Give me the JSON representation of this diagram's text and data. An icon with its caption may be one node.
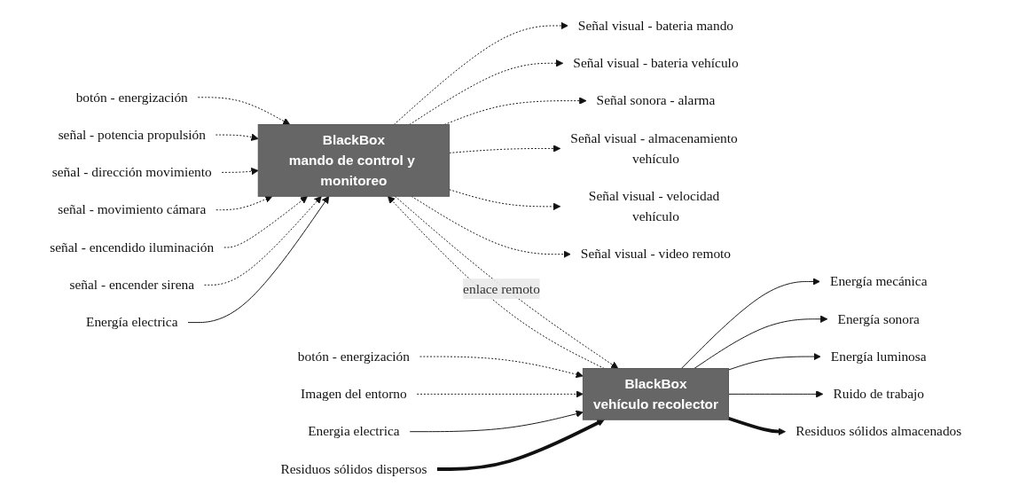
{
  "diagram": {
    "nodes": [
      {
        "text": [
          "BlackBox",
          "mando de control y monitoreo"
        ]
      },
      {
        "text": [
          "botón - energización"
        ]
      },
      {
        "text": [
          "señal - potencia propulsión"
        ]
      },
      {
        "text": [
          "señal - dirección movimiento"
        ]
      },
      {
        "text": [
          "señal - movimiento cámara"
        ]
      },
      {
        "text": [
          "señal - encendido iluminación"
        ]
      },
      {
        "text": [
          "señal - encender sirena"
        ]
      },
      {
        "text": [
          "Energía electrica"
        ]
      },
      {
        "text": [
          "Señal visual - bateria mando"
        ]
      },
      {
        "text": [
          "Señal visual - bateria vehículo"
        ]
      },
      {
        "text": [
          "Señal sonora - alarma"
        ]
      },
      {
        "text": [
          "Señal visual - almacenamiento vehículo"
        ]
      },
      {
        "text": [
          "Señal visual - velocidad vehículo"
        ]
      },
      {
        "text": [
          "Señal visual - video remoto"
        ]
      },
      {
        "text": [
          "BlackBox",
          "vehículo recolector"
        ]
      },
      {
        "text": [
          "botón - energización"
        ]
      },
      {
        "text": [
          "Imagen del entorno"
        ]
      },
      {
        "text": [
          "Energia electrica"
        ]
      },
      {
        "text": [
          "Residuos sólidos dispersos"
        ]
      },
      {
        "text": [
          "Energía mecánica"
        ]
      },
      {
        "text": [
          "Energía sonora"
        ]
      },
      {
        "text": [
          "Energía luminosa"
        ]
      },
      {
        "text": [
          "Ruido de trabajo"
        ]
      },
      {
        "text": [
          "Residuos sólidos almacenados"
        ]
      }
    ],
    "edges": [
      {
        "from": 1,
        "to": 0,
        "arrow": "to",
        "style": "dashed"
      },
      {
        "from": 2,
        "to": 0,
        "arrow": "to",
        "style": "dashed"
      },
      {
        "from": 3,
        "to": 0,
        "arrow": "to",
        "style": "dashed"
      },
      {
        "from": 4,
        "to": 0,
        "arrow": "to",
        "style": "dashed"
      },
      {
        "from": 5,
        "to": 0,
        "arrow": "to",
        "style": "dashed"
      },
      {
        "from": 6,
        "to": 0,
        "arrow": "to",
        "style": "dashed"
      },
      {
        "from": 7,
        "to": 0,
        "arrow": "to"
      },
      {
        "from": 0,
        "to": 8,
        "arrow": "to",
        "style": "dashed"
      },
      {
        "from": 0,
        "to": 9,
        "arrow": "to",
        "style": "dashed"
      },
      {
        "from": 0,
        "to": 10,
        "arrow": "to",
        "style": "dashed"
      },
      {
        "from": 0,
        "to": 11,
        "arrow": "to",
        "style": "dashed"
      },
      {
        "from": 0,
        "to": 12,
        "arrow": "to",
        "style": "dashed"
      },
      {
        "from": 0,
        "to": 13,
        "arrow": "to",
        "style": "dashed"
      },
      {
        "from": 0,
        "to": 14,
        "arrow": "to",
        "style": "dashed",
        "label": "enlace remoto"
      },
      {
        "from": 14,
        "to": 0,
        "arrow": "to",
        "style": "dashed"
      },
      {
        "from": 15,
        "to": 14,
        "arrow": "to",
        "style": "dashed"
      },
      {
        "from": 16,
        "to": 14,
        "arrow": "to",
        "style": "dashed"
      },
      {
        "from": 17,
        "to": 14,
        "arrow": "to"
      },
      {
        "from": 18,
        "to": 14,
        "arrow": "to",
        "style": "thick"
      },
      {
        "from": 14,
        "to": 19,
        "arrow": "to"
      },
      {
        "from": 14,
        "to": 20,
        "arrow": "to"
      },
      {
        "from": 14,
        "to": 21,
        "arrow": "to"
      },
      {
        "from": 14,
        "to": 22,
        "arrow": "to"
      },
      {
        "from": 14,
        "to": 23,
        "arrow": "to",
        "style": "thick"
      }
    ]
  }
}
